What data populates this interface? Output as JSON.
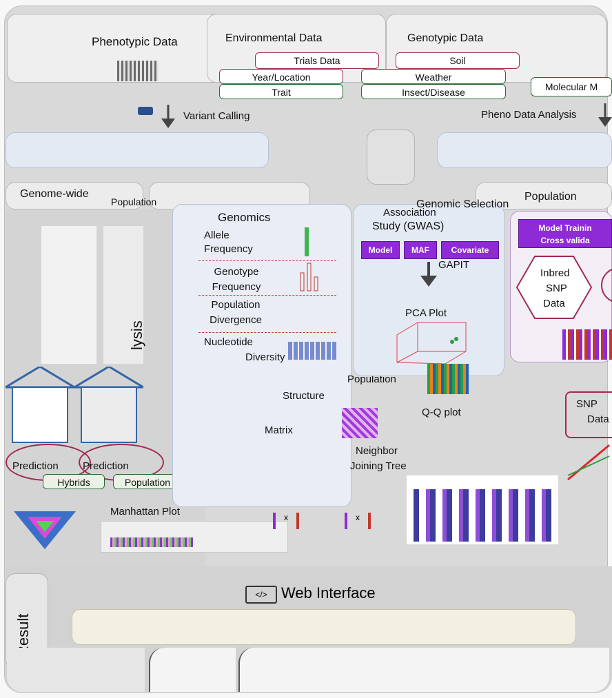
{
  "header_tabs": {
    "phenotypic": "Phenotypic Data",
    "environmental": "Environmental Data",
    "genotypic": "Genotypic Data"
  },
  "data_inputs": {
    "trials_data": "Trials Data",
    "year_location": "Year/Location",
    "trait": "Trait",
    "soil": "Soil",
    "weather": "Weather",
    "insect_disease": "Insect/Disease",
    "molecular": "Molecular M"
  },
  "pipeline": {
    "variant_calling": "Variant Calling",
    "pheno_analysis": "Pheno Data Analysis"
  },
  "left_column": {
    "genome_wide": "Genome-wide",
    "population": "Population",
    "analysis_vertical": "lysis",
    "predicted_hybrids": "Hybrids",
    "predicted_population": "Population",
    "prediction1": "Prediction",
    "prediction2": "Prediction"
  },
  "genomics": {
    "title": "Genomics",
    "items": [
      "Allele Frequency",
      "Genotype Frequency",
      "Population Divergence",
      "Nucleotide",
      "Diversity"
    ],
    "population_structure": "Population",
    "structure": "Structure",
    "relationship_matrix": "Matrix",
    "neighbor": "Neighbor",
    "joining_tree": "Joining Tree"
  },
  "gwas": {
    "title_line1": "Association",
    "title_line2": "Study (GWAS)",
    "buttons": [
      "Model",
      "MAF",
      "Covariate"
    ],
    "tool": "GAPIT",
    "pca_plot": "PCA Plot",
    "qq_plot": "Q-Q plot",
    "manhattan": "Manhattan Plot"
  },
  "genomic_selection": {
    "title": "Genomic Selection",
    "model_training": "Model Trainin",
    "cross_validation": "Cross valida",
    "inbred": "Inbred",
    "snp": "SNP",
    "data": "Data",
    "snp_data2": "SNP",
    "data2": "Data"
  },
  "right_column": {
    "population_tab": "Population"
  },
  "result": {
    "tab_label": "Result",
    "web_interface": "Web Interface"
  },
  "colors": {
    "frame": "#d9d9d9",
    "panel_blue": "#e4eaf4",
    "pill_border": "#a02a55",
    "purple": "#8e2bd6",
    "dashed": "#c0392b"
  }
}
